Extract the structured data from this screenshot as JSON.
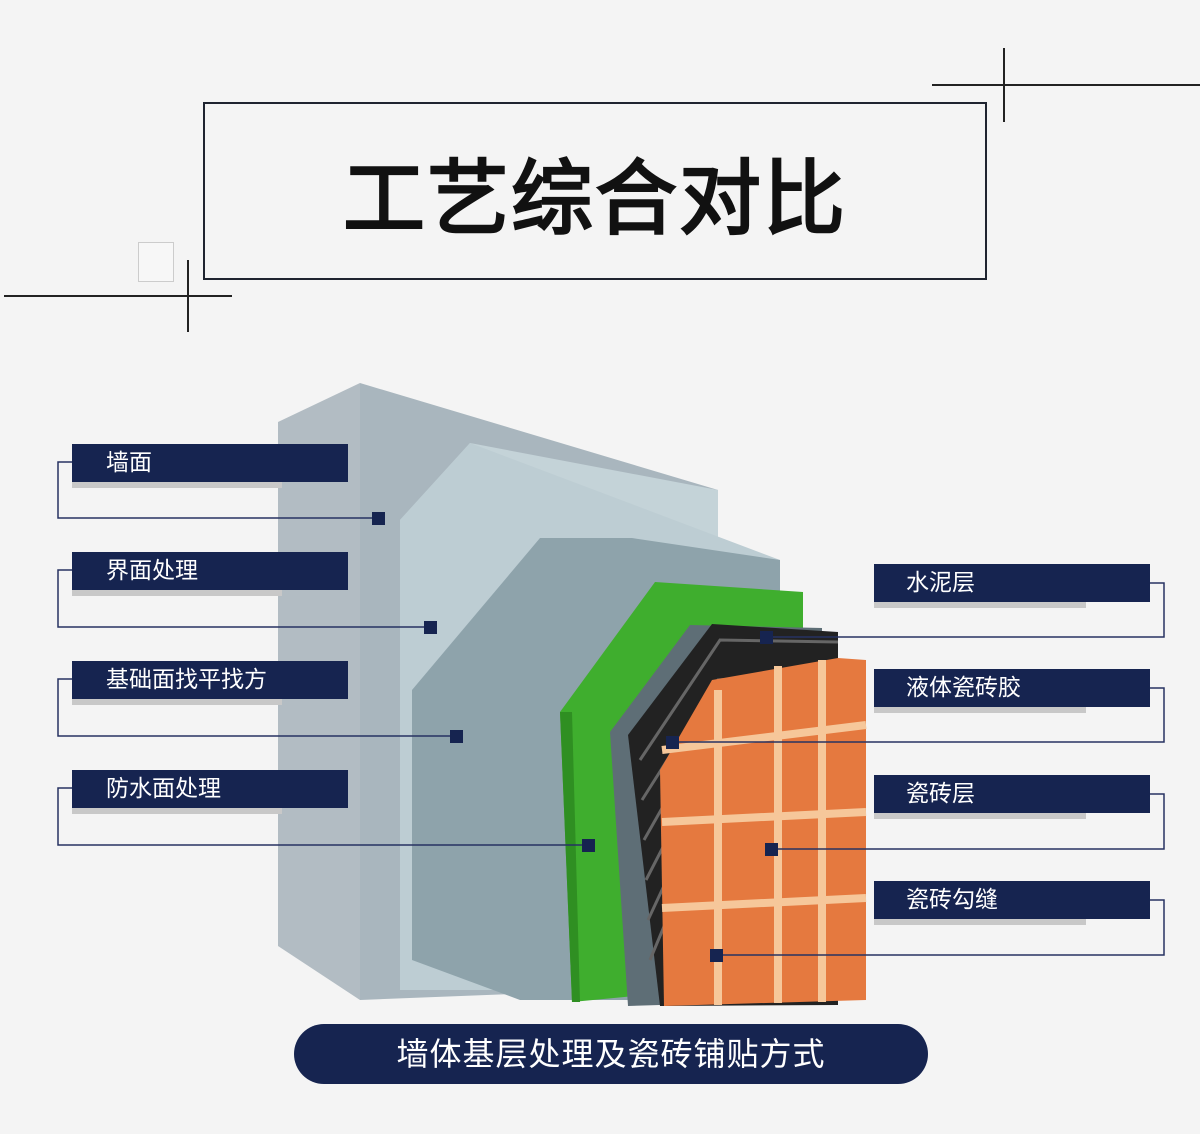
{
  "title": "工艺综合对比",
  "left_labels": [
    "墙面",
    "界面处理",
    "基础面找平找方",
    "防水面处理"
  ],
  "right_labels": [
    "水泥层",
    "液体瓷砖胶",
    "瓷砖层",
    "瓷砖勾缝"
  ],
  "caption": "墙体基层处理及瓷砖铺贴方式",
  "colors": {
    "label_bg": "#162450",
    "wall": "#aab8c0",
    "interface_layer": "#bccdd3",
    "leveling_layer": "#8fa4ac",
    "waterproof_layer": "#3cae2c",
    "cement_layer": "#5b6b72",
    "adhesive_layer": "#222222",
    "tile": "#e5793f",
    "grout": "#f6c79a"
  }
}
